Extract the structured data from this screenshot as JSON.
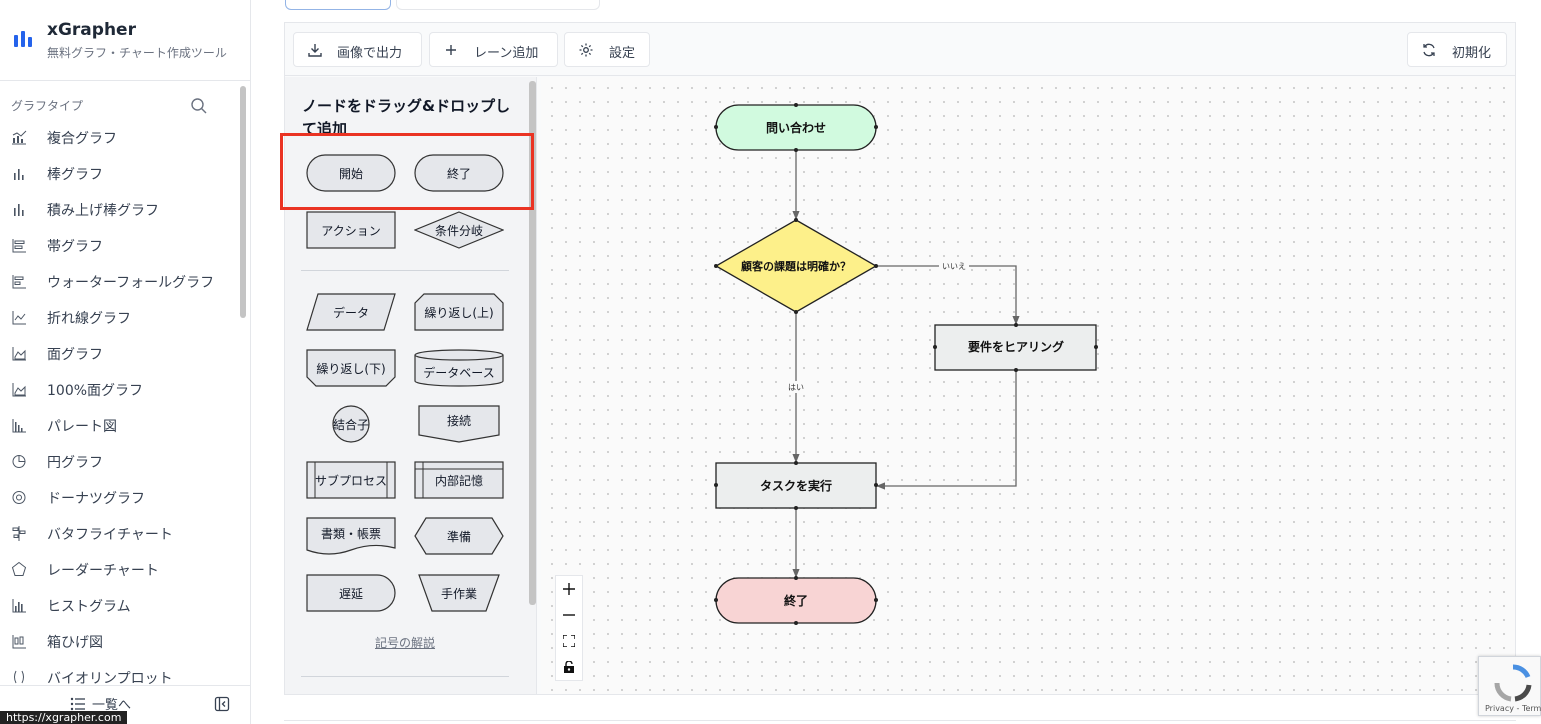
{
  "app": {
    "name": "xGrapher",
    "subtitle": "無料グラフ・チャート作成ツール",
    "accent": "#2563eb"
  },
  "sidebar": {
    "section_label": "グラフタイプ",
    "items": [
      {
        "label": "複合グラフ",
        "icon": "combo-chart-icon"
      },
      {
        "label": "棒グラフ",
        "icon": "bar-chart-icon"
      },
      {
        "label": "積み上げ棒グラフ",
        "icon": "stacked-bar-icon"
      },
      {
        "label": "帯グラフ",
        "icon": "band-chart-icon"
      },
      {
        "label": "ウォーターフォールグラフ",
        "icon": "waterfall-icon"
      },
      {
        "label": "折れ線グラフ",
        "icon": "line-chart-icon"
      },
      {
        "label": "面グラフ",
        "icon": "area-chart-icon"
      },
      {
        "label": "100%面グラフ",
        "icon": "area-100-icon"
      },
      {
        "label": "パレート図",
        "icon": "pareto-icon"
      },
      {
        "label": "円グラフ",
        "icon": "pie-icon"
      },
      {
        "label": "ドーナツグラフ",
        "icon": "donut-icon"
      },
      {
        "label": "バタフライチャート",
        "icon": "butterfly-icon"
      },
      {
        "label": "レーダーチャート",
        "icon": "radar-icon"
      },
      {
        "label": "ヒストグラム",
        "icon": "histogram-icon"
      },
      {
        "label": "箱ひげ図",
        "icon": "boxplot-icon"
      },
      {
        "label": "バイオリンプロット",
        "icon": "violin-icon"
      }
    ],
    "footer_list_label": "一覧へ",
    "status_url": "https://xgrapher.com"
  },
  "toolbar": {
    "export_label": "画像で出力",
    "add_lane_label": "レーン追加",
    "settings_label": "設定",
    "reset_label": "初期化"
  },
  "palette": {
    "title": "ノードをドラッグ&ドロップして追加",
    "nodes": {
      "start": "開始",
      "end": "終了",
      "action": "アクション",
      "condition": "条件分岐",
      "data": "データ",
      "loop_top": "繰り返し(上)",
      "loop_bottom": "繰り返し(下)",
      "database": "データベース",
      "connector": "結合子",
      "offpage": "接続",
      "subprocess": "サブプロセス",
      "internal_storage": "内部記憶",
      "document": "書類・帳票",
      "preparation": "準備",
      "delay": "遅延",
      "manual": "手作業"
    },
    "legend_link": "記号の解説"
  },
  "flow": {
    "inquiry": "問い合わせ",
    "decision": "顧客の課題は明確か？",
    "hearing": "要件をヒアリング",
    "task": "タスクを実行",
    "end": "終了",
    "edge_no": "いいえ",
    "edge_yes": "はい",
    "colors": {
      "start": "#d1fadf",
      "decision": "#fdf08a",
      "process": "#eceeee",
      "end": "#f8d4d4"
    }
  },
  "recaptcha": {
    "terms": "Privacy - Terms"
  }
}
